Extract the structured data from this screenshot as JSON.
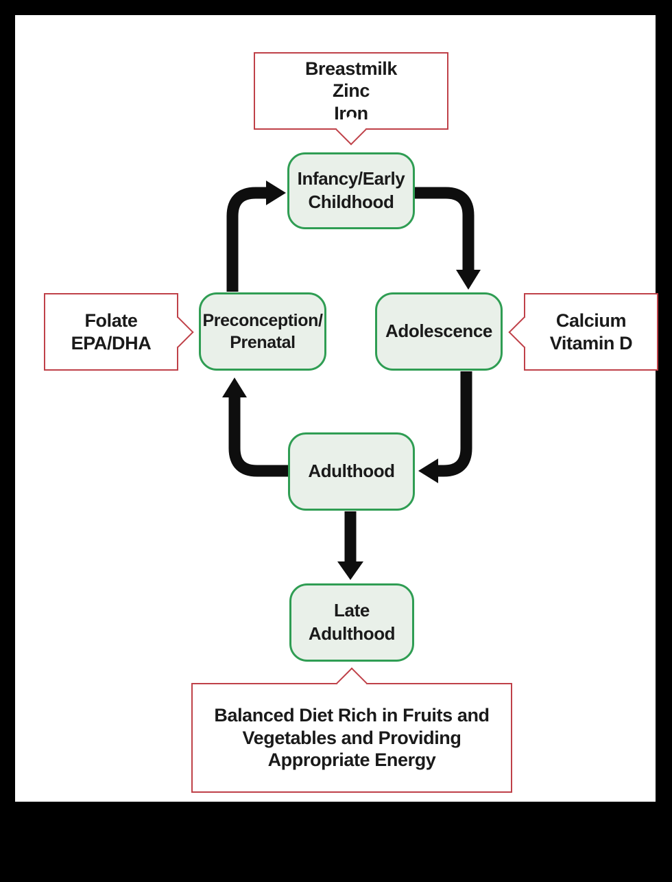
{
  "diagram": {
    "stages": {
      "infancy": "Infancy/Early\nChildhood",
      "preconception": "Preconception/\nPrenatal",
      "adolescence": "Adolescence",
      "adulthood": "Adulthood",
      "late_adulthood": "Late\nAdulthood"
    },
    "callouts": {
      "infancy_nutrients": "Breastmilk\nZinc\nIron",
      "preconception_nutrients": "Folate\nEPA/DHA",
      "adolescence_nutrients": "Calcium\nVitamin D",
      "late_adulthood_nutrients": "Balanced Diet Rich in Fruits and\nVegetables and Providing\nAppropriate Energy"
    }
  },
  "colors": {
    "frame": "#000000",
    "panel": "#ffffff",
    "stage_fill": "#e9f0e9",
    "stage_border": "#2f9d53",
    "callout_border": "#bf4048",
    "arrow": "#0e0e0e",
    "text": "#1a1a1a"
  }
}
